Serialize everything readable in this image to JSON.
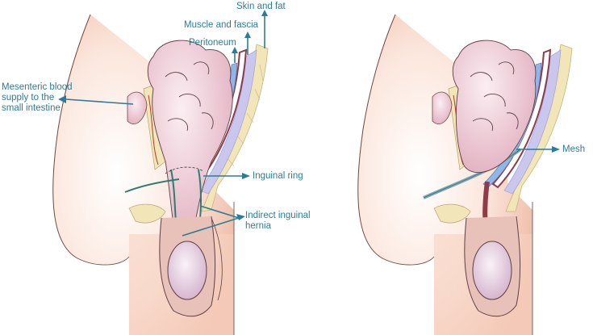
{
  "figure": {
    "panels": [
      {
        "id": "hernia",
        "description": "Indirect inguinal hernia, side section"
      },
      {
        "id": "repair",
        "description": "Repair with mesh, side section"
      }
    ],
    "labels": {
      "skin_fat": "Skin and fat",
      "muscle_fascia": "Muscle and fascia",
      "peritoneum": "Peritoneum",
      "mesenteric": "Mesenteric blood\nsupply to the\nsmall intestine",
      "inguinal_ring": "Inguinal ring",
      "indirect_hernia": "Indirect inguinal\nhernia",
      "mesh": "Mesh"
    },
    "colors": {
      "label_text": "#2a7d98",
      "arrow": "#2a7d98",
      "skin": "#f2c4b0",
      "intestine": "#f1d3dc",
      "fat": "#f2e6b8",
      "muscle": "#8f3b48",
      "peritoneum": "#8fb6e6",
      "mesh": "#7fa8b5"
    }
  }
}
